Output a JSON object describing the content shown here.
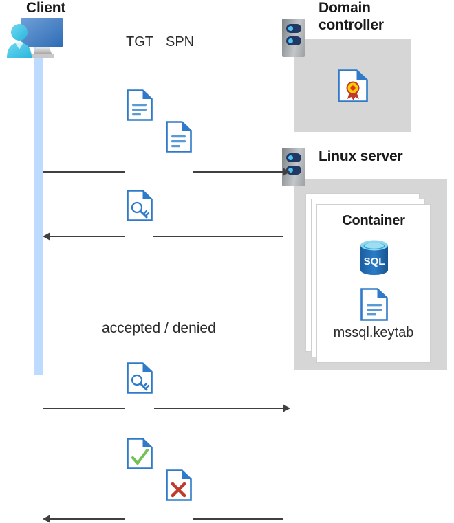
{
  "diagram": {
    "type": "sequence-architecture-diagram",
    "description": "Kerberos authentication flow between a client, a domain controller and SQL Server in a container on a Linux server"
  },
  "client": {
    "title": "Client",
    "icon": "client-workstation-icon"
  },
  "messages": [
    {
      "id": "tgt-spn-request",
      "direction": "right",
      "labels": [
        "TGT",
        "SPN"
      ],
      "icons": [
        "document-icon",
        "document-icon"
      ]
    },
    {
      "id": "service-ticket-response",
      "direction": "left",
      "labels": [],
      "icons": [
        "key-document-icon"
      ]
    },
    {
      "id": "ticket-presented",
      "direction": "right",
      "labels": [],
      "icons": [
        "key-document-icon"
      ]
    },
    {
      "id": "auth-result",
      "direction": "left",
      "labels": [],
      "caption": "accepted / denied",
      "icons": [
        "accepted-document-icon",
        "denied-document-icon"
      ]
    }
  ],
  "domain_controller": {
    "title": "Domain controller",
    "title_line1": "Domain",
    "title_line2": "controller",
    "server_icon": "server-rack-icon",
    "content_icon": "certificate-icon"
  },
  "linux_server": {
    "title": "Linux server",
    "server_icon": "server-rack-icon",
    "container": {
      "title": "Container",
      "stack_count": 3,
      "sql_icon": "sql-database-icon",
      "sql_label": "SQL",
      "keytab_icon": "document-icon",
      "keytab_label": "mssql.keytab"
    }
  },
  "colors": {
    "accent_blue": "#2f7ac9",
    "lifeline_blue": "#bddbff",
    "panel_grey": "#d6d6d6",
    "arrow_grey": "#404040",
    "sql_blue": "#1f6cb0",
    "accept_green": "#71c154",
    "deny_red": "#c0392b",
    "medal_gold": "#f5d000",
    "ribbon_red": "#c0392b",
    "rack_navy": "#1f3864",
    "rack_dot_cyan": "#4fc3f7"
  }
}
